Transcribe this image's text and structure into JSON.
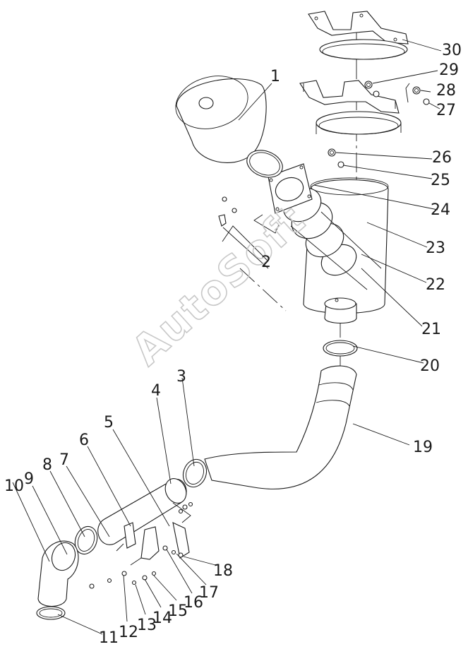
{
  "watermark": "AutoSoft",
  "callouts": [
    "1",
    "2",
    "3",
    "4",
    "5",
    "6",
    "7",
    "8",
    "9",
    "10",
    "11",
    "12",
    "13",
    "14",
    "15",
    "16",
    "17",
    "18",
    "19",
    "20",
    "21",
    "22",
    "23",
    "24",
    "25",
    "26",
    "27",
    "28",
    "29",
    "30"
  ],
  "colors": {
    "line": "#1a1a1a",
    "watermark": "#c8c8c8",
    "background": "#ffffff"
  }
}
